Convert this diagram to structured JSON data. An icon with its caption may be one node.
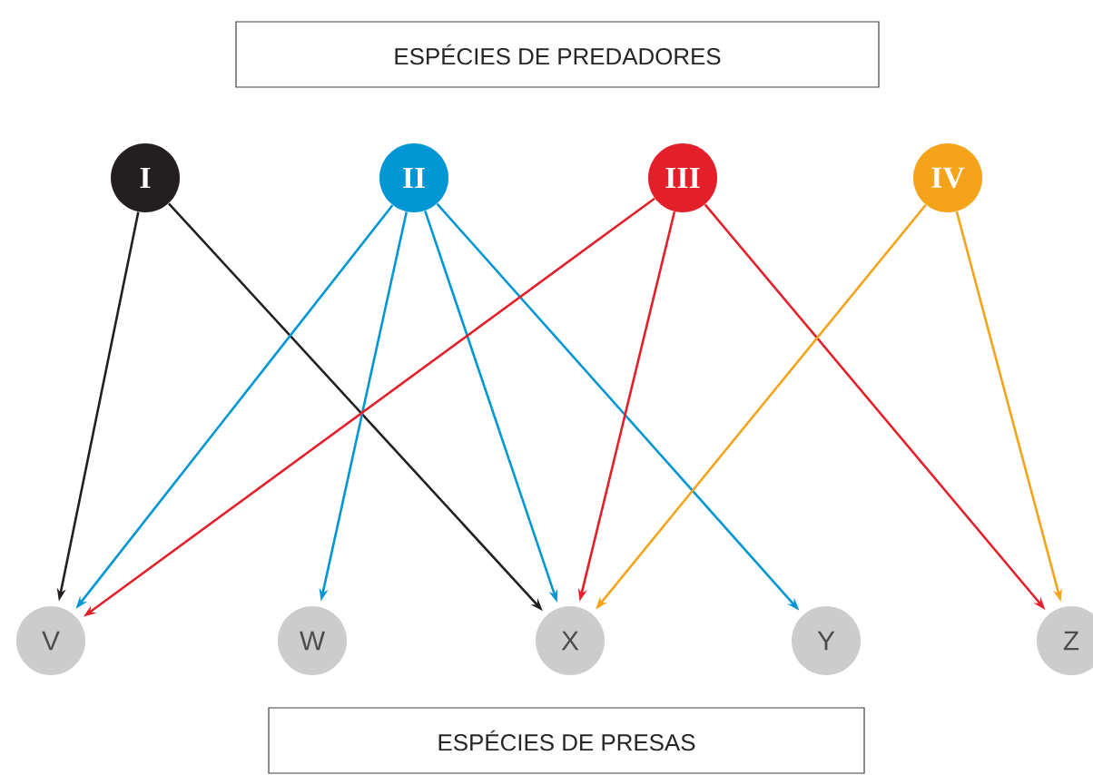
{
  "diagram": {
    "nodes": [
      {
        "text": [
          "ESPÉCIES DE PREDADORES"
        ]
      },
      {
        "text": [
          "I"
        ]
      },
      {
        "text": [
          "II"
        ]
      },
      {
        "text": [
          "III"
        ]
      },
      {
        "text": [
          "IV"
        ]
      },
      {
        "text": [
          "V"
        ]
      },
      {
        "text": [
          "W"
        ]
      },
      {
        "text": [
          "X"
        ]
      },
      {
        "text": [
          "Y"
        ]
      },
      {
        "text": [
          "Z"
        ]
      },
      {
        "text": [
          "ESPÉCIES DE PRESAS"
        ]
      }
    ],
    "edges": [
      {
        "from": 1,
        "to": 5,
        "arrow": "to",
        "color": "#231f20"
      },
      {
        "from": 1,
        "to": 7,
        "arrow": "to",
        "color": "#231f20"
      },
      {
        "from": 2,
        "to": 5,
        "arrow": "to"
      },
      {
        "from": 2,
        "to": 6,
        "arrow": "to"
      },
      {
        "from": 2,
        "to": 7,
        "arrow": "to"
      },
      {
        "from": 2,
        "to": 8,
        "arrow": "to"
      },
      {
        "from": 3,
        "to": 5,
        "arrow": "to",
        "color": "#e3202a"
      },
      {
        "from": 3,
        "to": 7,
        "arrow": "to",
        "color": "#e3202a"
      },
      {
        "from": 3,
        "to": 9,
        "arrow": "to",
        "color": "#e3202a"
      },
      {
        "from": 4,
        "to": 7,
        "arrow": "to",
        "color": "#f5a31b"
      },
      {
        "from": 4,
        "to": 9,
        "arrow": "to",
        "color": "#f5a31b"
      }
    ]
  }
}
